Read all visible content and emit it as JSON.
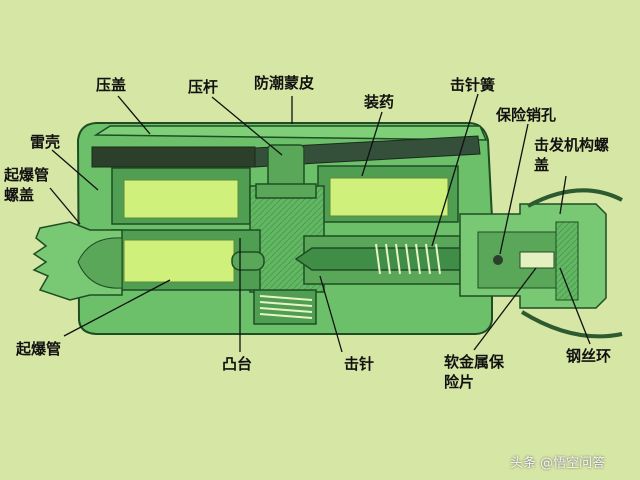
{
  "labels": {
    "ya_gai": "压盖",
    "ya_gan": "压杆",
    "fang_chao": "防潮蒙皮",
    "zhuang_yao": "装药",
    "ji_zhen_huang": "击针簧",
    "bao_xian_xiao_kong": "保险销孔",
    "ji_fa_line1": "击发机构螺",
    "ji_fa_line2": "盖",
    "lei_ke": "雷壳",
    "qi_bao_guan_gai_line1": "起爆管",
    "qi_bao_guan_gai_line2": "螺盖",
    "qi_bao_guan": "起爆管",
    "tu_tai": "凸台",
    "ji_zhen": "击针",
    "ruan_jin_line1": "软金属保",
    "ruan_jin_line2": "险片",
    "gang_si_huan": "钢丝环"
  },
  "watermark": "头条 @悟空问答",
  "colors": {
    "background": "#d6e6a4",
    "body_green": "#6ec46a",
    "body_dark": "#3f8d46",
    "charge_yellow": "#cff07a",
    "lid_dark": "#2b3f2b",
    "outline": "#1f4d24"
  }
}
